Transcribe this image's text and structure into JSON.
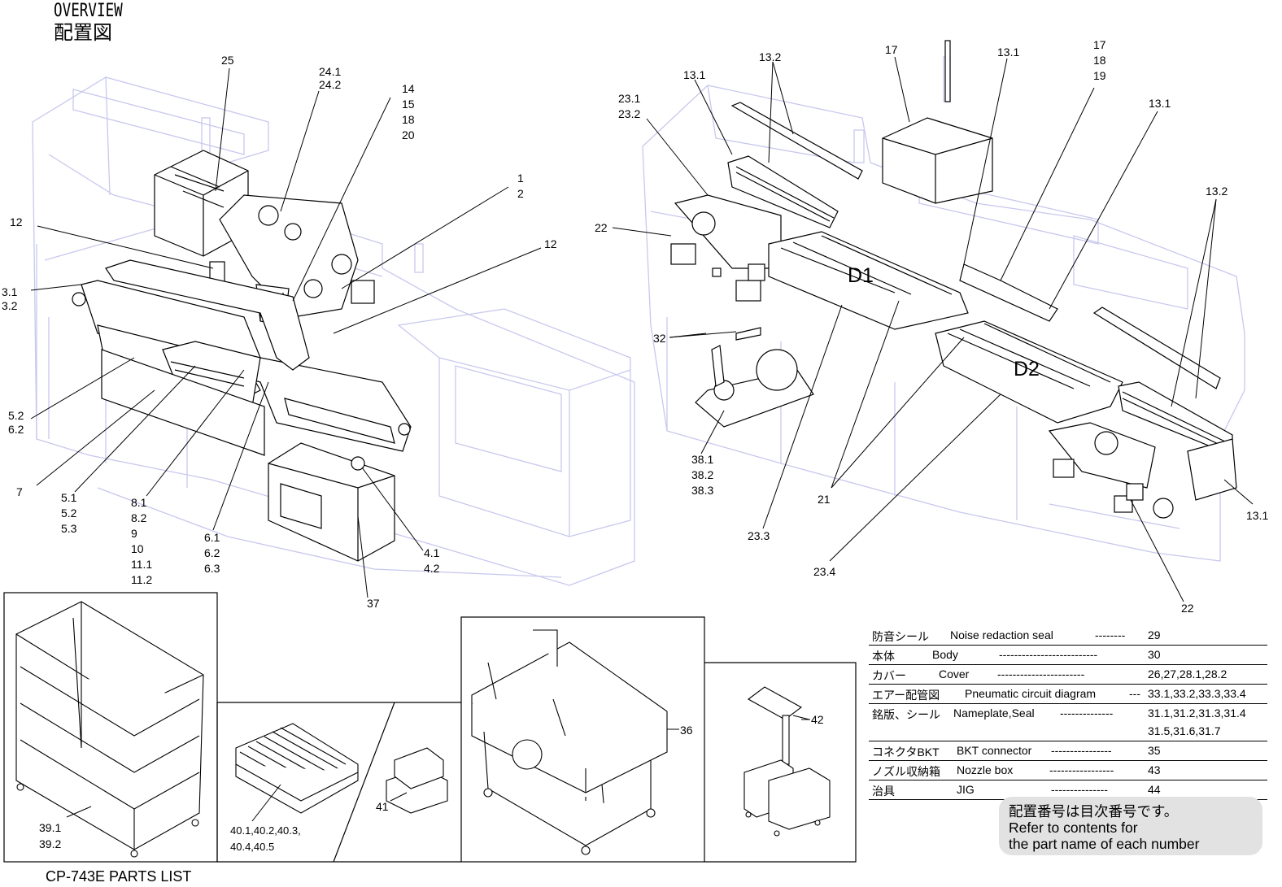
{
  "header": {
    "title_en": "OVERVIEW",
    "title_jp": "配置図"
  },
  "callouts": {
    "c25": "25",
    "c24": "24.1\n24.2",
    "c14": "14\n15\n18\n20",
    "c1": "1\n2",
    "c12a": "12",
    "c12b": "12",
    "c3": "3.1\n3.2",
    "c52": "5.2\n6.2",
    "c7": "7",
    "c51": "5.1\n5.2\n5.3",
    "c81": "8.1\n8.2\n9\n10\n11.1\n11.2",
    "c61": "6.1\n6.2\n6.3",
    "c41": "4.1\n4.2",
    "c37": "37",
    "c131a": "13.1",
    "c132a": "13.2",
    "c17a": "17",
    "c131b": "13.1",
    "c171": "17\n18\n19",
    "c131c": "13.1",
    "c231": "23.1\n23.2",
    "c22a": "22",
    "c132b": "13.2",
    "c32": "32",
    "c38": "38.1\n38.2\n38.3",
    "c21": "21",
    "c233": "23.3",
    "c234": "23.4",
    "c131d": "13.1",
    "c22b": "22",
    "d1": "D1",
    "d2": "D2",
    "c39": "39.1\n39.2",
    "c40": "40.1,40.2,40.3,\n40.4,40.5",
    "c41b": "41",
    "c36": "36",
    "c42": "42"
  },
  "legend": [
    {
      "jp": "防音シール",
      "en": "Noise redaction seal",
      "dots": "--------",
      "num": "29"
    },
    {
      "jp": "本体",
      "en": "Body",
      "dots": "--------------------------",
      "num": "30"
    },
    {
      "jp": "カバー",
      "en": "Cover",
      "dots": "-----------------------",
      "num": "26,27,28.1,28.2"
    },
    {
      "jp": "エアー配管図",
      "en": "Pneumatic circuit diagram",
      "dots": "---",
      "num": "33.1,33.2,33.3,33.4"
    },
    {
      "jp": "銘版、シール",
      "en": "Nameplate,Seal",
      "dots": "--------------",
      "num": "31.1,31.2,31.3,31.4",
      "num2": "31.5,31.6,31.7"
    },
    {
      "jp": "コネクタBKT",
      "en": "BKT connector",
      "dots": "----------------",
      "num": "35"
    },
    {
      "jp": "ノズル収納箱",
      "en": "Nozzle box",
      "dots": "-----------------",
      "num": "43"
    },
    {
      "jp": "治具",
      "en": "JIG",
      "dots": "---------------",
      "num": "44"
    }
  ],
  "note": {
    "line1": "配置番号は目次番号です。",
    "line2": "Refer to contents for",
    "line3": "the part name of each number"
  },
  "footer": "CP-743E PARTS LIST"
}
